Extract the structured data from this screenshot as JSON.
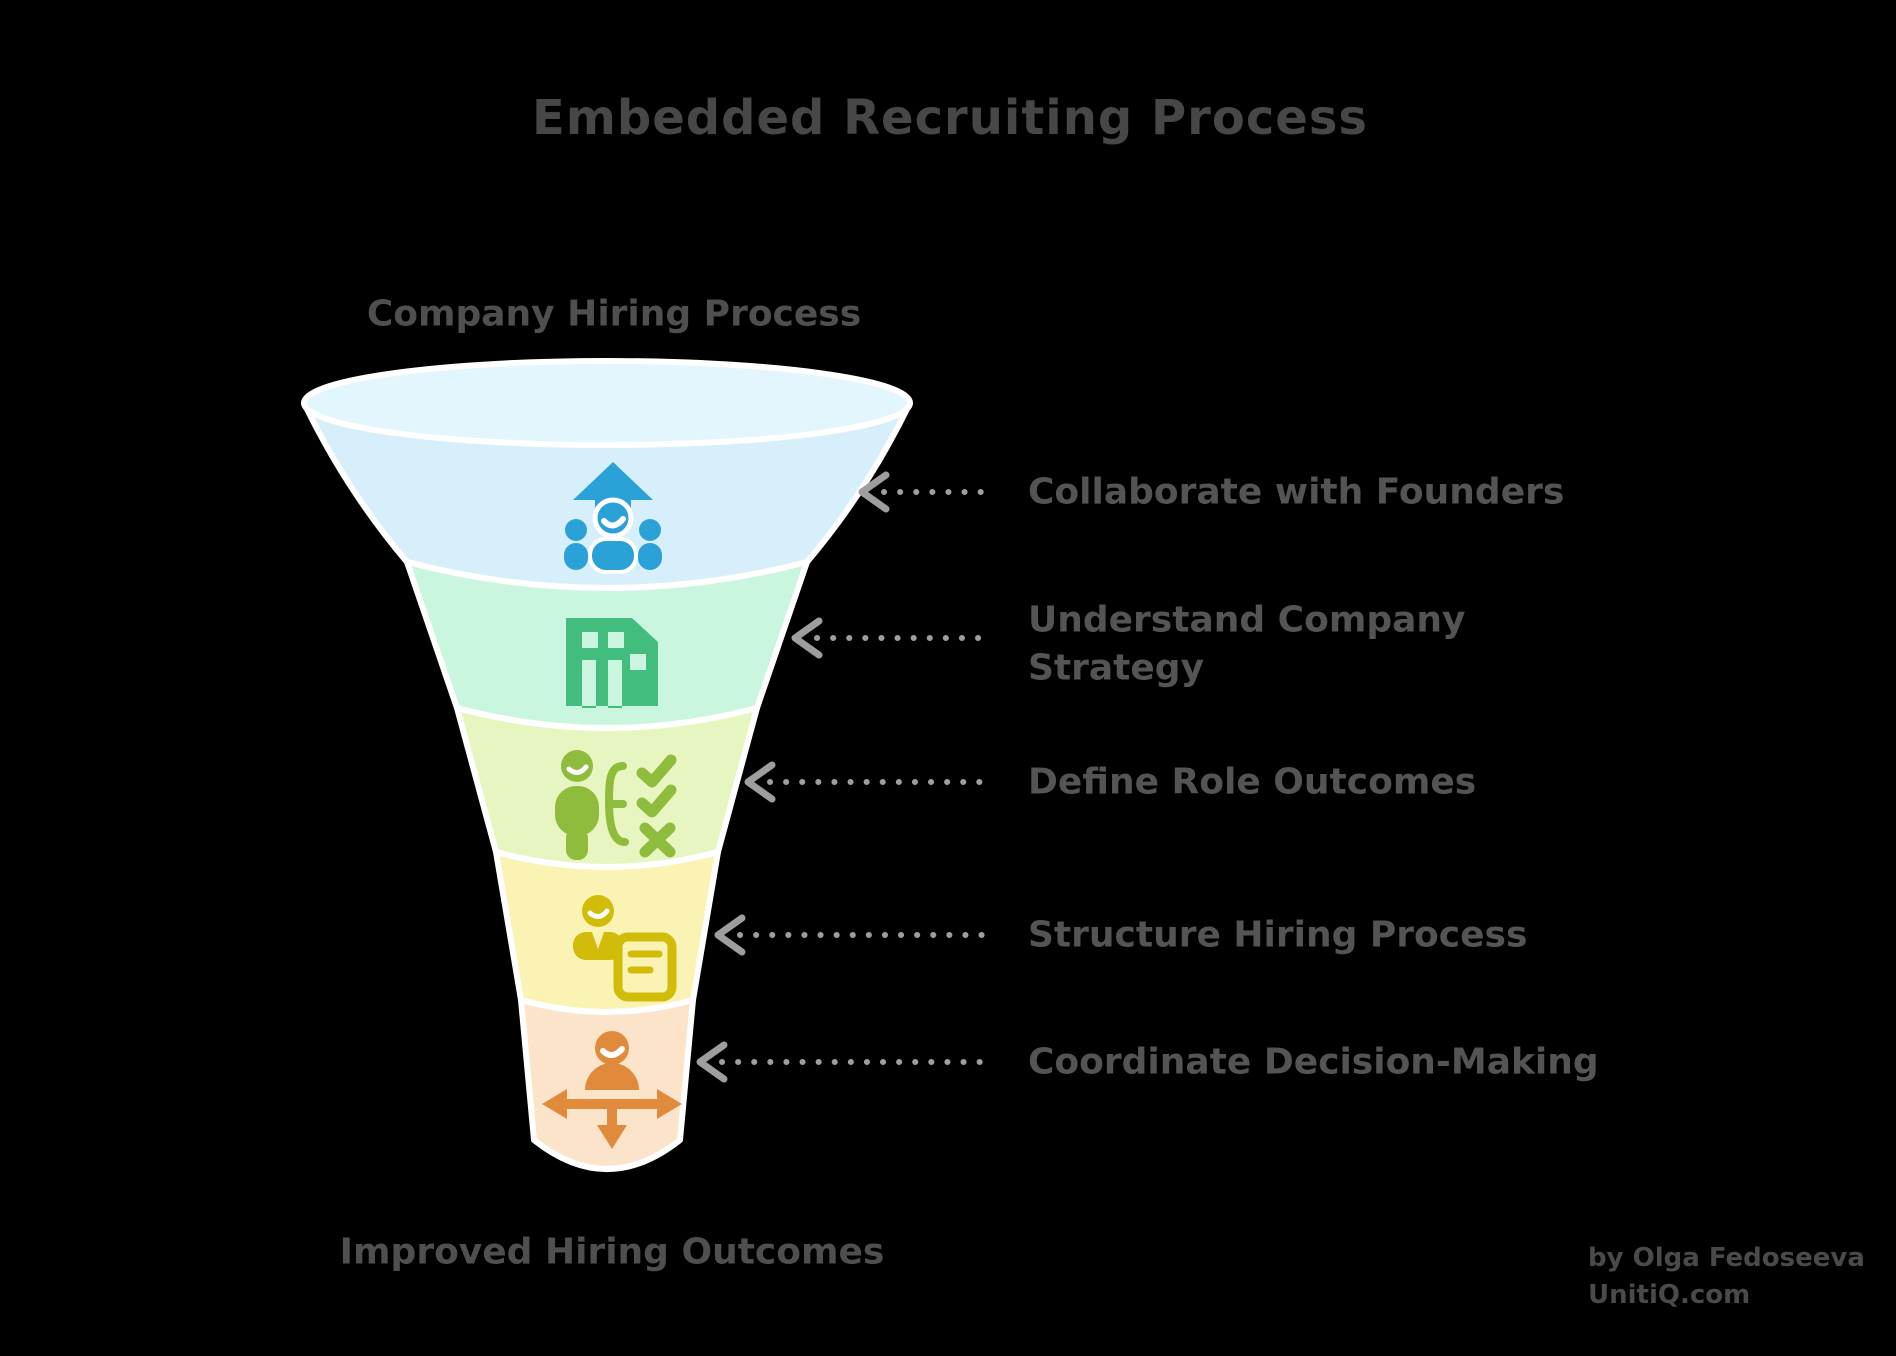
{
  "title": "Embedded Recruiting Process",
  "funnel": {
    "top_label": "Company Hiring Process",
    "bottom_label": "Improved Hiring Outcomes",
    "mouth_fill": "#e3f5fd",
    "stages": [
      {
        "label": "Collaborate with Founders",
        "fill": "#d7effa",
        "icon": "team-growth-icon",
        "icon_color": "#2aa2d8"
      },
      {
        "label": "Understand Company Strategy",
        "fill": "#caf6e0",
        "icon": "company-building-icon",
        "icon_color": "#42bd7d"
      },
      {
        "label": "Define Role Outcomes",
        "fill": "#e7f6c0",
        "icon": "candidate-criteria-icon",
        "icon_color": "#90bc3d"
      },
      {
        "label": "Structure Hiring Process",
        "fill": "#fbf3b4",
        "icon": "recruiter-document-icon",
        "icon_color": "#d2bc0a"
      },
      {
        "label": "Coordinate Decision-Making",
        "fill": "#fce4cb",
        "icon": "decision-directions-icon",
        "icon_color": "#e08a3c"
      }
    ]
  },
  "credit": {
    "line1": "by Olga Fedoseeva",
    "line2": "UnitiQ.com"
  },
  "colors": {
    "background": "#000000",
    "title_text": "#474747",
    "label_text": "#4f4f4f",
    "arrow": "#9e9e9e",
    "funnel_outline": "#ffffff"
  }
}
